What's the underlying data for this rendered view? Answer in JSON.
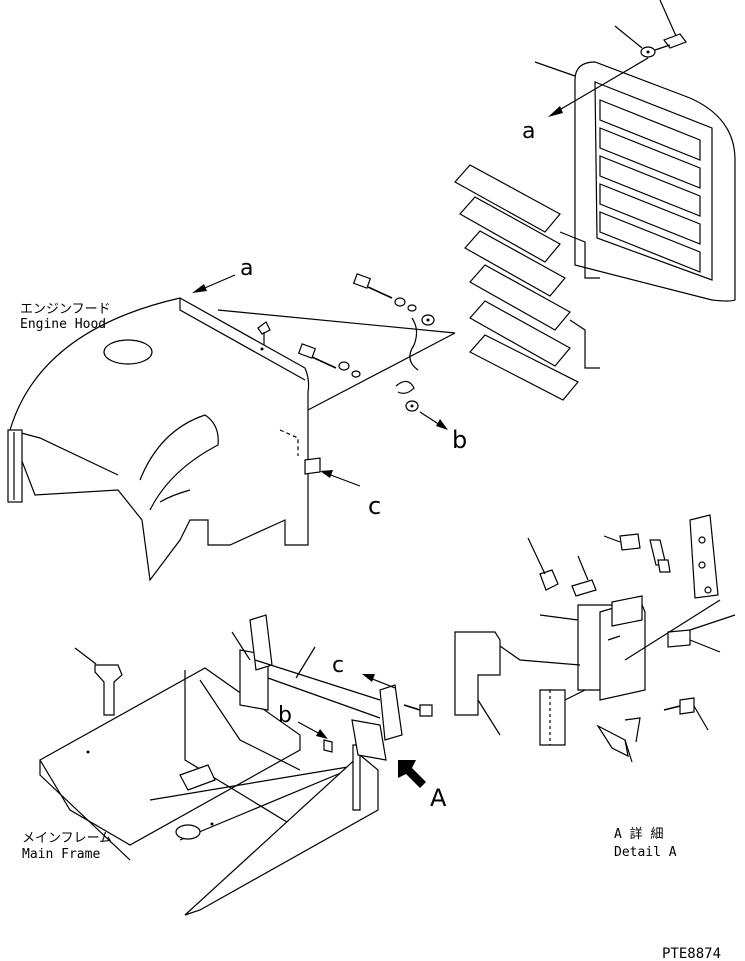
{
  "labels": {
    "engine_hood_jp": "エンジンフード",
    "engine_hood_en": "Engine Hood",
    "main_frame_jp": "メインフレーム",
    "main_frame_en": "Main Frame",
    "detail_a_jp": "A 詳 細",
    "detail_a_en": "Detail A",
    "ref_a_top": "a",
    "ref_a_hood": "a",
    "ref_b_hood": "b",
    "ref_c_hood": "c",
    "ref_c_frame": "c",
    "ref_b_frame": "b",
    "view_A": "A",
    "drawing_code": "PTE8874"
  }
}
